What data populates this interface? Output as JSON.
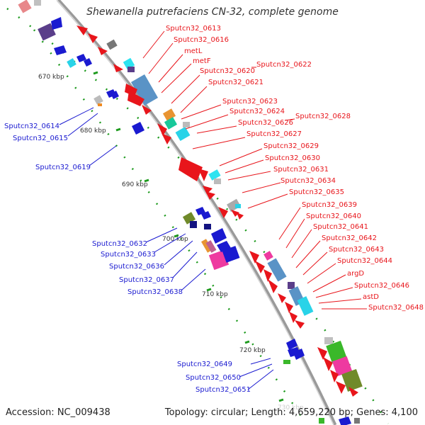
{
  "title": "Shewanella putrefaciens CN-32, complete genome",
  "accession": "Accession: NC_009438",
  "topology": "Topology: circular; Length: 4,659,220 bp; Genes: 4,100",
  "colors": {
    "red_label": "#e8151b",
    "blue_label": "#1a1ad0",
    "backbone": "#9a9a9a",
    "tick": "#1d9a1d"
  },
  "ticks": [
    {
      "label": "670 kbp"
    },
    {
      "label": "680 kbp"
    },
    {
      "label": "690 kbp"
    },
    {
      "label": "700 kbp"
    },
    {
      "label": "710 kbp"
    },
    {
      "label": "720 kbp"
    },
    {
      "label": "730 kbp"
    }
  ],
  "red_labels": [
    "Sputcn32_0613",
    "Sputcn32_0616",
    "metL",
    "metF",
    "Sputcn32_0620",
    "Sputcn32_0622",
    "Sputcn32_0621",
    "Sputcn32_0623",
    "Sputcn32_0624",
    "Sputcn32_0626",
    "Sputcn32_0628",
    "Sputcn32_0627",
    "Sputcn32_0629",
    "Sputcn32_0630",
    "Sputcn32_0631",
    "Sputcn32_0634",
    "Sputcn32_0635",
    "Sputcn32_0639",
    "Sputcn32_0640",
    "Sputcn32_0641",
    "Sputcn32_0642",
    "Sputcn32_0643",
    "Sputcn32_0644",
    "argD",
    "Sputcn32_0646",
    "astD",
    "Sputcn32_0648"
  ],
  "blue_labels": [
    "Sputcn32_0614",
    "Sputcn32_0615",
    "Sputcn32_0619",
    "Sputcn32_0632",
    "Sputcn32_0633",
    "Sputcn32_0636",
    "Sputcn32_0637",
    "Sputcn32_0638",
    "Sputcn32_0649",
    "Sputcn32_0650",
    "Sputcn32_0651"
  ]
}
